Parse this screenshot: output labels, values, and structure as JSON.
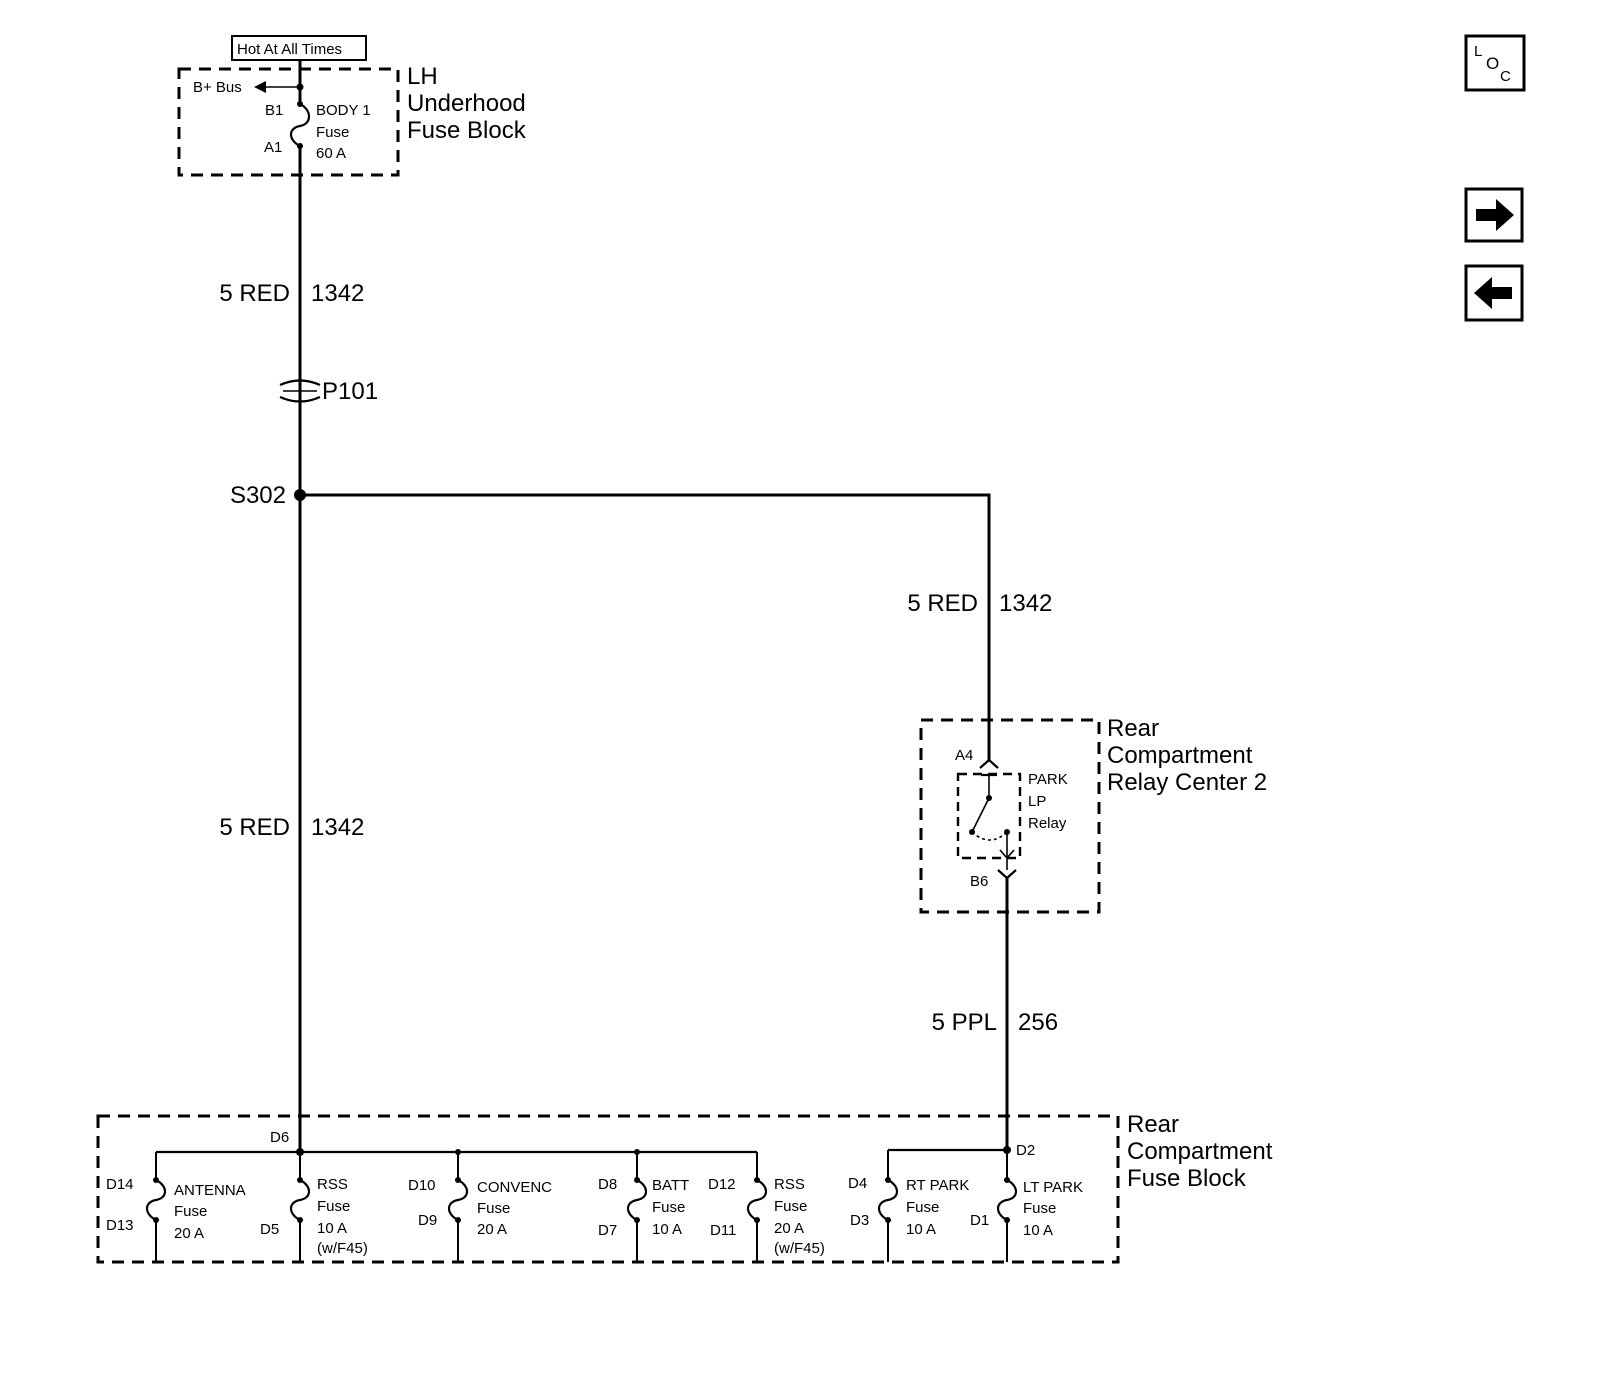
{
  "nav": {
    "loc_button": {
      "glyph_top": "L",
      "glyph_mid": "O",
      "glyph_bot": "C"
    },
    "next_icon": "arrow-right-icon",
    "prev_icon": "arrow-left-icon"
  },
  "header": {
    "hot_label": "Hot At All Times"
  },
  "lh_block": {
    "title_line1": "LH",
    "title_line2": "Underhood",
    "title_line3": "Fuse Block",
    "bus_label": "B+ Bus",
    "pin_top": "B1",
    "pin_bottom": "A1",
    "fuse_name": "BODY 1",
    "fuse_word": "Fuse",
    "fuse_rating": "60 A"
  },
  "wires": {
    "w1": {
      "color": "5 RED",
      "circuit": "1342"
    },
    "w2": {
      "color": "5 RED",
      "circuit": "1342"
    },
    "w3": {
      "color": "5 RED",
      "circuit": "1342"
    },
    "w4": {
      "color": "5 PPL",
      "circuit": "256"
    }
  },
  "connector": {
    "label": "P101"
  },
  "splice": {
    "label": "S302"
  },
  "relay_center": {
    "title_line1": "Rear",
    "title_line2": "Compartment",
    "title_line3": "Relay Center 2",
    "pin_in": "A4",
    "pin_out": "B6",
    "relay_line1": "PARK",
    "relay_line2": "LP",
    "relay_line3": "Relay"
  },
  "rear_fuse_block": {
    "title_line1": "Rear",
    "title_line2": "Compartment",
    "title_line3": "Fuse Block",
    "pin_d6": "D6",
    "pin_d2": "D2",
    "fuses": [
      {
        "name": "ANTENNA",
        "word": "Fuse",
        "rating": "20 A",
        "note": "",
        "pin_top": "D14",
        "pin_bot": "D13"
      },
      {
        "name": "RSS",
        "word": "Fuse",
        "rating": "10 A",
        "note": "(w/F45)",
        "pin_top": "",
        "pin_bot": "D5"
      },
      {
        "name": "CONVENC",
        "word": "Fuse",
        "rating": "20 A",
        "note": "",
        "pin_top": "D10",
        "pin_bot": "D9"
      },
      {
        "name": "BATT",
        "word": "Fuse",
        "rating": "10 A",
        "note": "",
        "pin_top": "D8",
        "pin_bot": "D7"
      },
      {
        "name": "RSS",
        "word": "Fuse",
        "rating": "20 A",
        "note": "(w/F45)",
        "pin_top": "D12",
        "pin_bot": "D11"
      },
      {
        "name": "RT PARK",
        "word": "Fuse",
        "rating": "10 A",
        "note": "",
        "pin_top": "D4",
        "pin_bot": "D3"
      },
      {
        "name": "LT PARK",
        "word": "Fuse",
        "rating": "10 A",
        "note": "",
        "pin_top": "",
        "pin_bot": "D1"
      }
    ]
  }
}
